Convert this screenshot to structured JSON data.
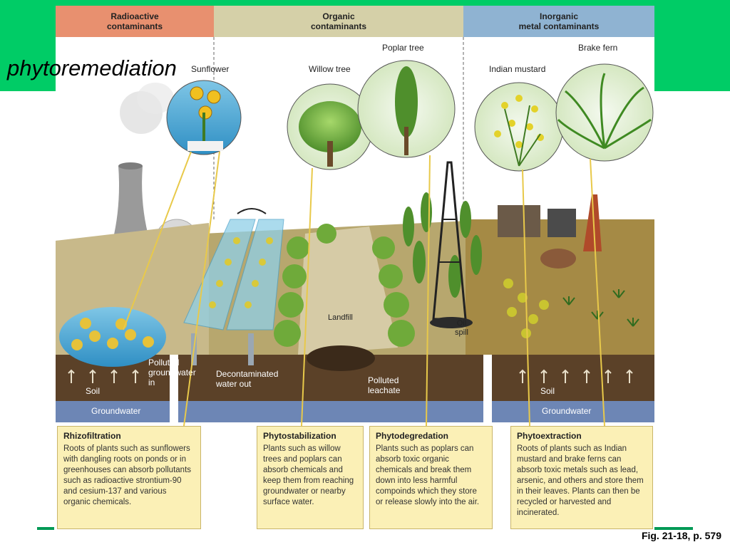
{
  "slide": {
    "title": "phytoremediation",
    "figure_ref": "Fig. 21-18, p. 579"
  },
  "headers": {
    "radioactive": "Radioactive\ncontaminants",
    "organic": "Organic\ncontaminants",
    "inorganic": "Inorganic\nmetal contaminants"
  },
  "plants": {
    "sunflower": "Sunflower",
    "willow": "Willow tree",
    "poplar": "Poplar tree",
    "mustard": "Indian mustard",
    "fern": "Brake fern"
  },
  "labels": {
    "polluted_in": "Polluted\ngroundwater\nin",
    "decon_out": "Decontaminated\nwater out",
    "landfill": "Landfill",
    "oil_spill": "Oil\nspill",
    "leachate": "Polluted\nleachate",
    "soil_left": "Soil",
    "soil_right": "Soil",
    "groundwater_left": "Groundwater",
    "groundwater_right": "Groundwater"
  },
  "boxes": [
    {
      "title": "Rhizofiltration",
      "text": "Roots of plants such as sunflowers with dangling roots on ponds or in greenhouses can absorb pollutants such as radioactive strontium-90 and cesium-137 and various organic chemicals."
    },
    {
      "title": "Phytostabilization",
      "text": "Plants such as willow trees and poplars can absorb chemicals and keep them from reaching groundwater or nearby surface water."
    },
    {
      "title": "Phytodegredation",
      "text": "Plants such as poplars can absorb toxic organic chemicals and break them down into less harmful compoinds which they store or release slowly into the air."
    },
    {
      "title": "Phytoextraction",
      "text": "Roots of plants such as Indian mustard and brake ferns can absorb toxic metals such as lead, arsenic, and others and store them in their leaves. Plants can then be recycled or harvested and incinerated."
    }
  ],
  "colors": {
    "slide_green": "#00cc66",
    "radioactive_header": "#e8906f",
    "organic_header": "#d5d0a8",
    "inorganic_header": "#8fb3d2",
    "box_fill": "#fbf0b6",
    "groundwater": "#6d86b5",
    "soil": "#5b4128"
  }
}
